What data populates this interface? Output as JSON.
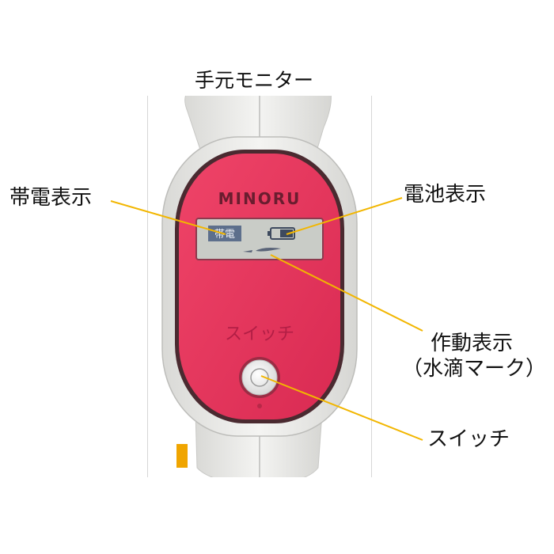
{
  "title": "手元モニター",
  "labels": {
    "charge": "帯電表示",
    "battery": "電池表示",
    "operation_line1": "作動表示",
    "operation_line2": "（水滴マーク）",
    "switch": "スイッチ"
  },
  "device": {
    "brand": "MINORU",
    "lcd_charge_text": "帯電",
    "switch_text": "スイッチ"
  },
  "colors": {
    "panel": "#e8345e",
    "leader": "#f2b600",
    "body": "#ececea"
  }
}
